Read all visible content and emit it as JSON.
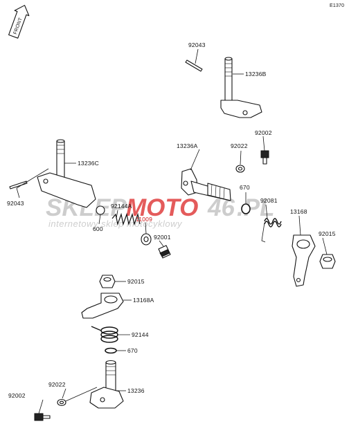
{
  "diagram_code": "E1370",
  "front_label": "FRONT",
  "watermark": {
    "brand_part1": "SKLEP",
    "brand_part2": "MOTO",
    "brand_part3": "46",
    "brand_part4": ".PL",
    "tagline": "internetowy sklep motocyklowy",
    "color_gray": "#c8c8c8",
    "color_red": "#e24a4a"
  },
  "callouts": {
    "c92043_top": "92043",
    "c13236B": "13236B",
    "c92002_right": "92002",
    "c13236A": "13236A",
    "c92022_mid": "92022",
    "c670_mid": "670",
    "c92081": "92081",
    "c13168": "13168",
    "c92015_right": "92015",
    "c13236C": "13236C",
    "c92043_left": "92043",
    "c92144A": "92144A",
    "c11009": "11009",
    "c600": "600",
    "c92001": "92001",
    "c92015_low": "92015",
    "c13168A": "13168A",
    "c92144": "92144",
    "c670_low": "670",
    "c13236": "13236",
    "c92022_low": "92022",
    "c92002_low": "92002"
  }
}
